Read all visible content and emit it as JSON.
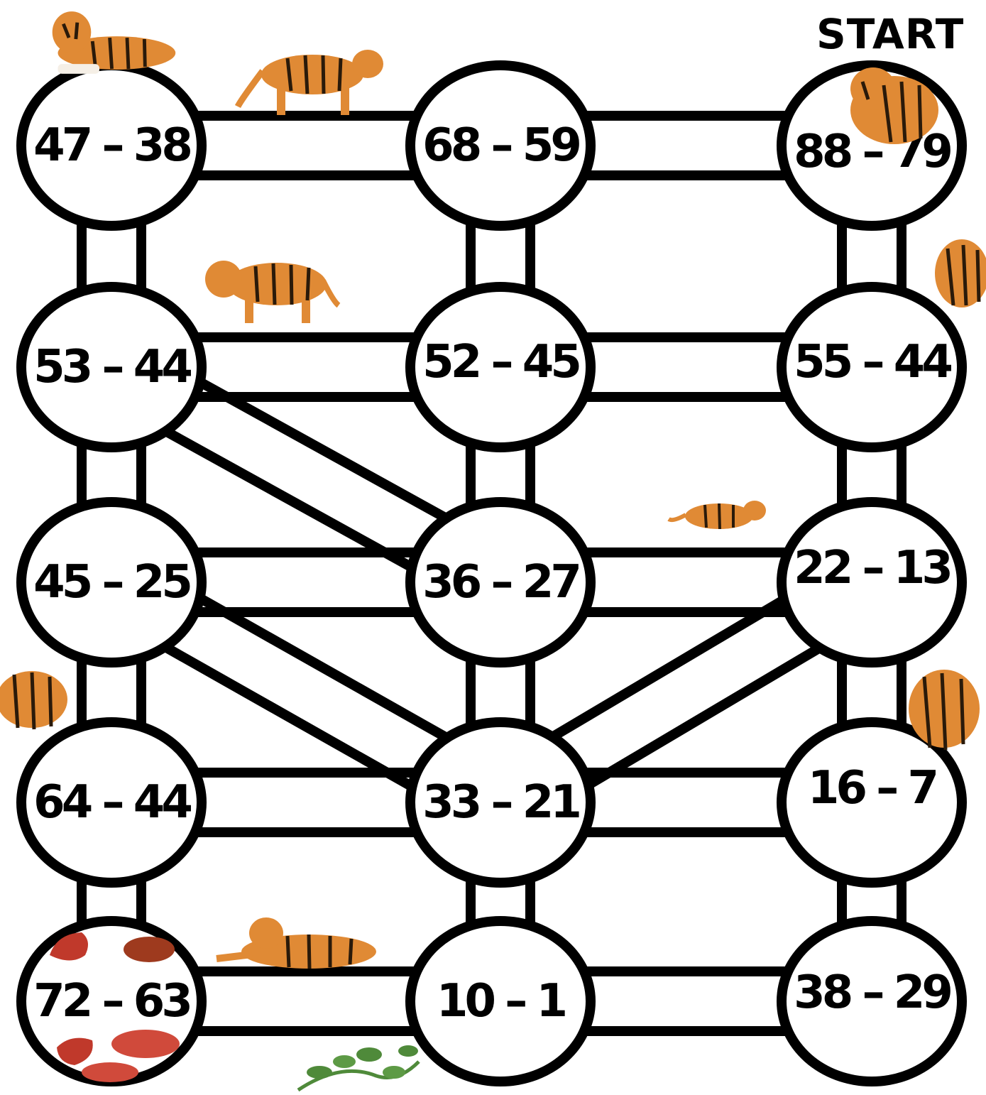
{
  "maze": {
    "start_label": "START",
    "nodes": [
      {
        "id": "r0c0",
        "label": "47 – 38"
      },
      {
        "id": "r0c1",
        "label": "68 – 59"
      },
      {
        "id": "r0c2",
        "label": "88 – 79"
      },
      {
        "id": "r1c0",
        "label": "53 – 44"
      },
      {
        "id": "r1c1",
        "label": "52 – 45"
      },
      {
        "id": "r1c2",
        "label": "55 – 44"
      },
      {
        "id": "r2c0",
        "label": "45 – 25"
      },
      {
        "id": "r2c1",
        "label": "36 – 27"
      },
      {
        "id": "r2c2",
        "label": "22 – 13"
      },
      {
        "id": "r3c0",
        "label": "64 – 44"
      },
      {
        "id": "r3c1",
        "label": "33 – 21"
      },
      {
        "id": "r3c2",
        "label": "16 – 7"
      },
      {
        "id": "r4c0",
        "label": "72 – 63"
      },
      {
        "id": "r4c1",
        "label": "10 – 1"
      },
      {
        "id": "r4c2",
        "label": "38 – 29"
      }
    ],
    "start_node": "r0c2",
    "finish_node": "r4c0",
    "paths": [
      [
        "r0c0",
        "r0c1"
      ],
      [
        "r0c1",
        "r0c2"
      ],
      [
        "r1c0",
        "r1c1"
      ],
      [
        "r1c1",
        "r1c2"
      ],
      [
        "r2c0",
        "r2c1"
      ],
      [
        "r2c1",
        "r2c2"
      ],
      [
        "r3c0",
        "r3c1"
      ],
      [
        "r3c1",
        "r3c2"
      ],
      [
        "r4c0",
        "r4c1"
      ],
      [
        "r4c1",
        "r4c2"
      ],
      [
        "r0c0",
        "r1c0"
      ],
      [
        "r1c0",
        "r2c0"
      ],
      [
        "r2c0",
        "r3c0"
      ],
      [
        "r3c0",
        "r4c0"
      ],
      [
        "r0c1",
        "r1c1"
      ],
      [
        "r1c1",
        "r2c1"
      ],
      [
        "r2c1",
        "r3c1"
      ],
      [
        "r3c1",
        "r4c1"
      ],
      [
        "r0c2",
        "r1c2"
      ],
      [
        "r1c2",
        "r2c2"
      ],
      [
        "r2c2",
        "r3c2"
      ],
      [
        "r3c2",
        "r4c2"
      ],
      [
        "r1c0",
        "r2c1"
      ],
      [
        "r2c0",
        "r3c1"
      ],
      [
        "r2c2",
        "r3c1"
      ]
    ],
    "decorations": [
      "tiger-icon",
      "tiger-icon",
      "tiger-icon",
      "tiger-icon",
      "tiger-icon",
      "tiger-icon",
      "tiger-icon",
      "tiger-icon",
      "meat-icon",
      "plant-icon"
    ]
  },
  "colors": {
    "outline": "#000000",
    "fill": "#ffffff",
    "tiger_body": "#e08a35",
    "tiger_stripe": "#2a1a0a",
    "meat": "#c0392b",
    "plant": "#4f8a3a"
  }
}
